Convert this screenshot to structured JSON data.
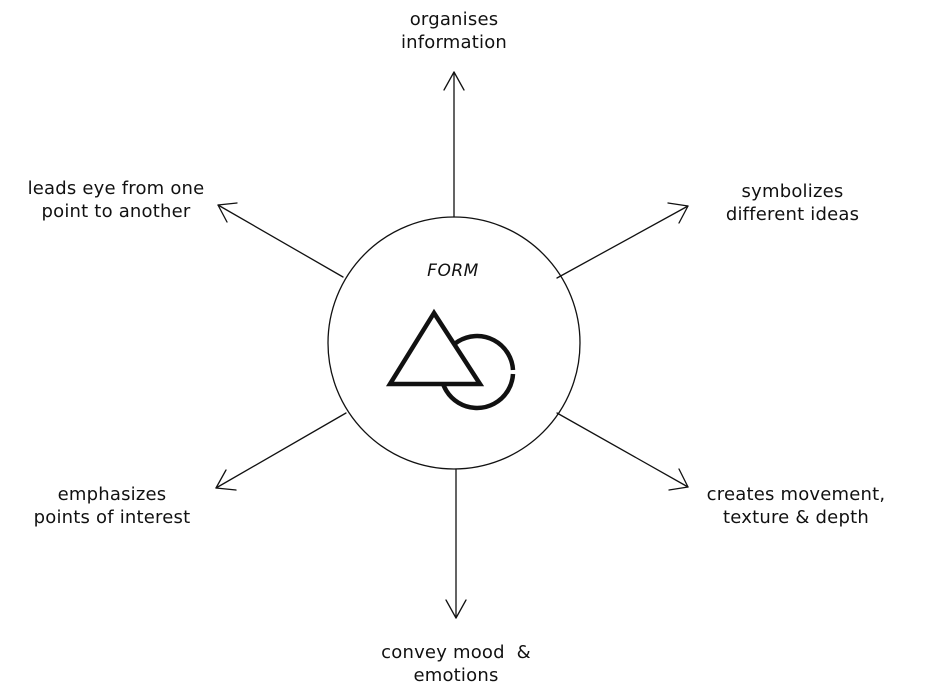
{
  "center": {
    "title": "FORM",
    "icon": "triangle-circle-icon"
  },
  "labels": {
    "top": [
      "organises",
      "information"
    ],
    "top_right": [
      "symbolizes",
      "different ideas"
    ],
    "bottom_right": [
      "creates movement,",
      "texture & depth"
    ],
    "bottom": [
      "convey mood  &",
      "emotions"
    ],
    "bottom_left": [
      "emphasizes",
      "points of interest"
    ],
    "top_left": [
      "leads eye from one",
      "point to another"
    ]
  },
  "colors": {
    "stroke": "#111111",
    "background": "#ffffff"
  }
}
